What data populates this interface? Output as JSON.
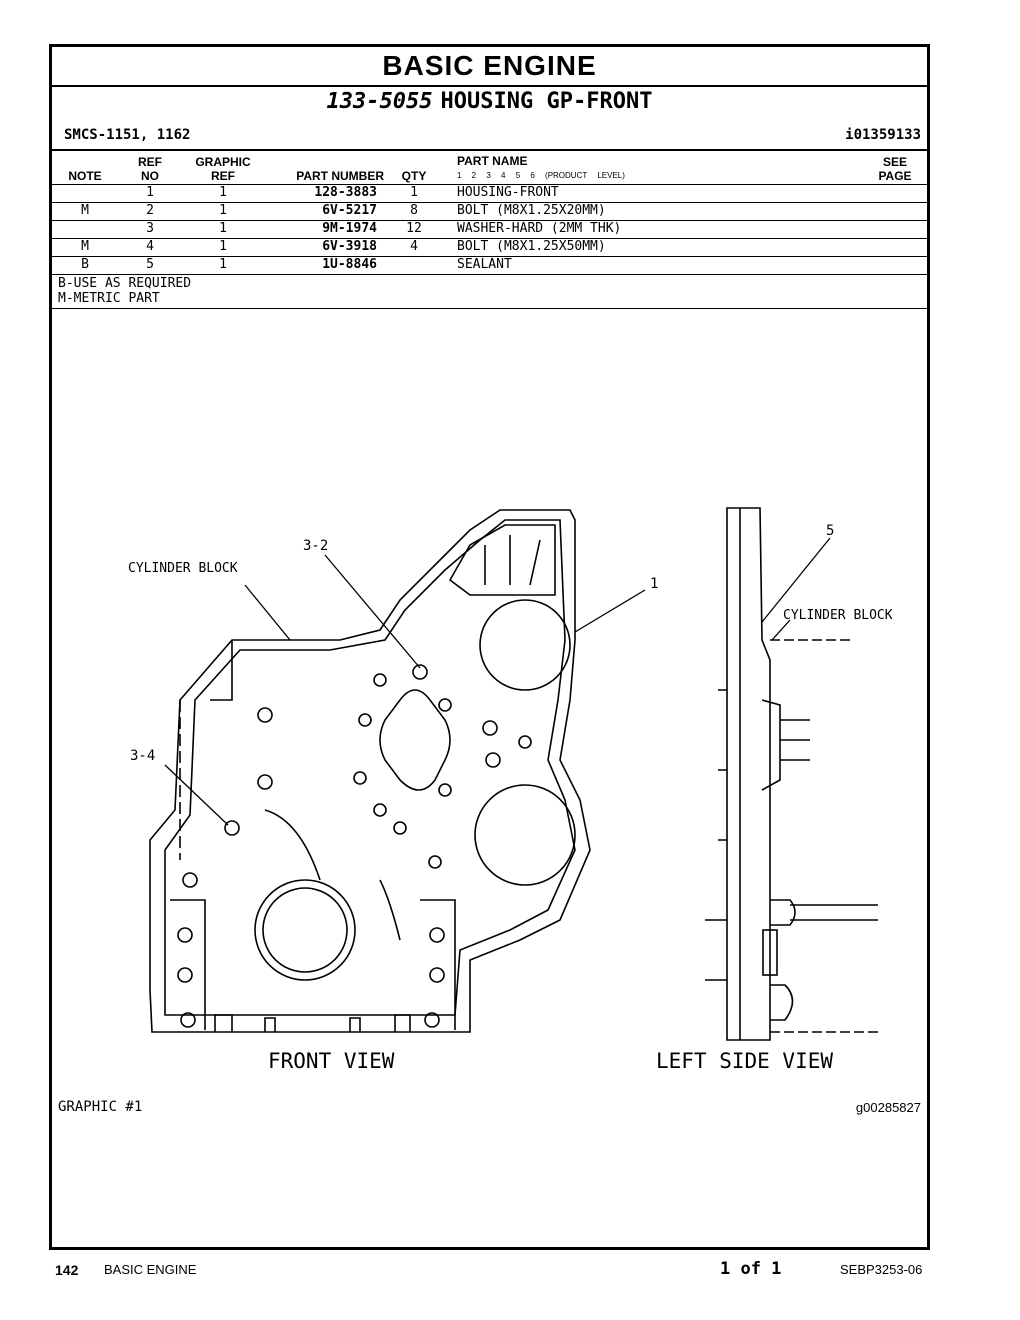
{
  "header": {
    "title": "BASIC ENGINE",
    "group_number": "133-5055",
    "group_name": "HOUSING GP-FRONT",
    "smcs": "SMCS-1151, 1162",
    "ident": "i01359133"
  },
  "table": {
    "columns": {
      "note": "NOTE",
      "ref_no_1": "REF",
      "ref_no_2": "NO",
      "graphic_ref_1": "GRAPHIC",
      "graphic_ref_2": "REF",
      "part_number": "PART NUMBER",
      "qty": "QTY",
      "part_name": "PART NAME",
      "product_levels": "1   2   3   4   5   6   (PRODUCT LEVEL)",
      "see_page_1": "SEE",
      "see_page_2": "PAGE"
    },
    "rows": [
      {
        "note": "",
        "ref_no": "1",
        "graphic_ref": "1",
        "part_number": "128-3883",
        "qty": "1",
        "part_name": "HOUSING-FRONT"
      },
      {
        "note": "M",
        "ref_no": "2",
        "graphic_ref": "1",
        "part_number": "6V-5217",
        "qty": "8",
        "part_name": "BOLT (M8X1.25X20MM)"
      },
      {
        "note": "",
        "ref_no": "3",
        "graphic_ref": "1",
        "part_number": "9M-1974",
        "qty": "12",
        "part_name": "WASHER-HARD (2MM THK)"
      },
      {
        "note": "M",
        "ref_no": "4",
        "graphic_ref": "1",
        "part_number": "6V-3918",
        "qty": "4",
        "part_name": "BOLT (M8X1.25X50MM)"
      },
      {
        "note": "B",
        "ref_no": "5",
        "graphic_ref": "1",
        "part_number": "1U-8846",
        "qty": "",
        "part_name": "SEALANT"
      }
    ],
    "legend": [
      "B-USE AS REQUIRED",
      "M-METRIC PART"
    ]
  },
  "graphic": {
    "labels": {
      "cylinder_block_front": "CYLINDER BLOCK",
      "callout_3_2": "3-2",
      "callout_1": "1",
      "callout_3_4": "3-4",
      "callout_5": "5",
      "cylinder_block_side": "CYLINDER BLOCK",
      "front_view": "FRONT VIEW",
      "left_side_view": "LEFT SIDE VIEW"
    },
    "caption": "GRAPHIC #1",
    "id": "g00285827"
  },
  "footer": {
    "page_number": "142",
    "section": "BASIC ENGINE",
    "page_of": "1 of 1",
    "doc_number": "SEBP3253-06"
  }
}
